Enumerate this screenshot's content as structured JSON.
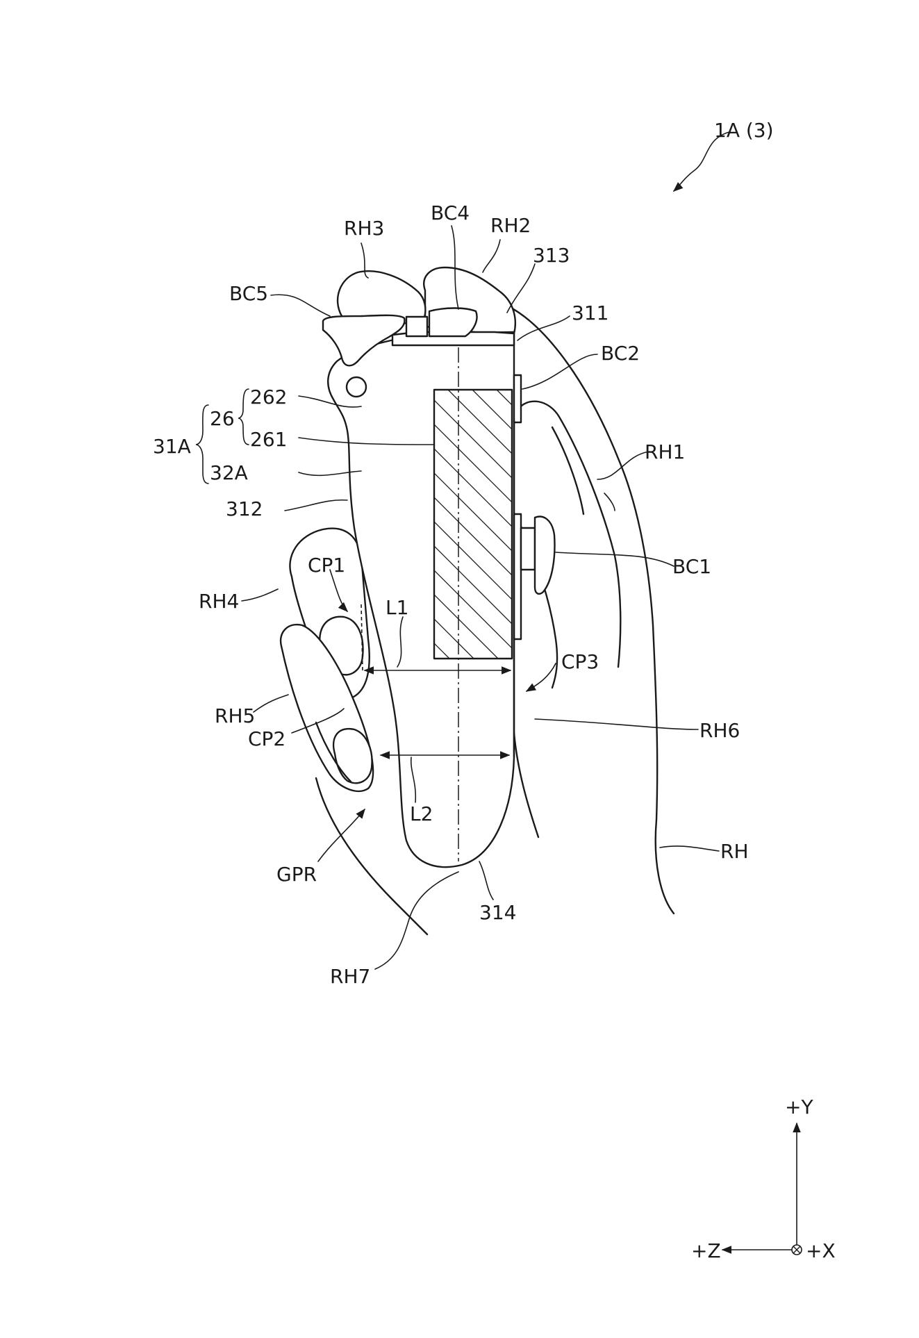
{
  "labels": {
    "figure_ref": "1A (3)",
    "BC4": "BC4",
    "RH3": "RH3",
    "RH2": "RH2",
    "n313": "313",
    "BC5": "BC5",
    "n311": "311",
    "BC2": "BC2",
    "n262": "262",
    "n26": "26",
    "n31A": "31A",
    "n261": "261",
    "RH1": "RH1",
    "n32A": "32A",
    "n312": "312",
    "BC1": "BC1",
    "CP1": "CP1",
    "RH4": "RH4",
    "L1": "L1",
    "CP3": "CP3",
    "RH5": "RH5",
    "CP2": "CP2",
    "RH6": "RH6",
    "L2": "L2",
    "RH": "RH",
    "GPR": "GPR",
    "n314": "314",
    "RH7": "RH7"
  },
  "axes": {
    "y_label": "+Y",
    "z_label": "+Z",
    "x_label": "+X"
  }
}
